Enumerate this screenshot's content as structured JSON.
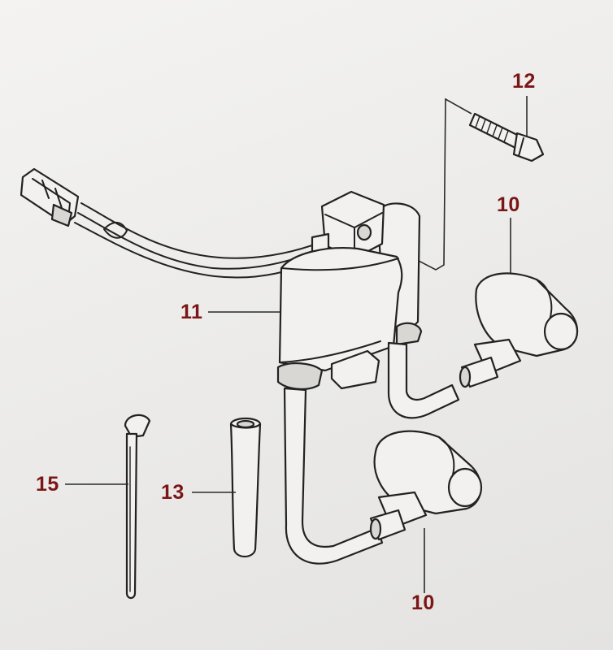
{
  "callouts": [
    {
      "id": "ref-12",
      "label": "12"
    },
    {
      "id": "ref-10-upper",
      "label": "10"
    },
    {
      "id": "ref-11",
      "label": "11"
    },
    {
      "id": "ref-15",
      "label": "15"
    },
    {
      "id": "ref-13",
      "label": "13"
    },
    {
      "id": "ref-10-lower",
      "label": "10"
    }
  ],
  "colors": {
    "callout": "#7a1616",
    "linework": "#222222",
    "paper": "#ecebe9"
  }
}
